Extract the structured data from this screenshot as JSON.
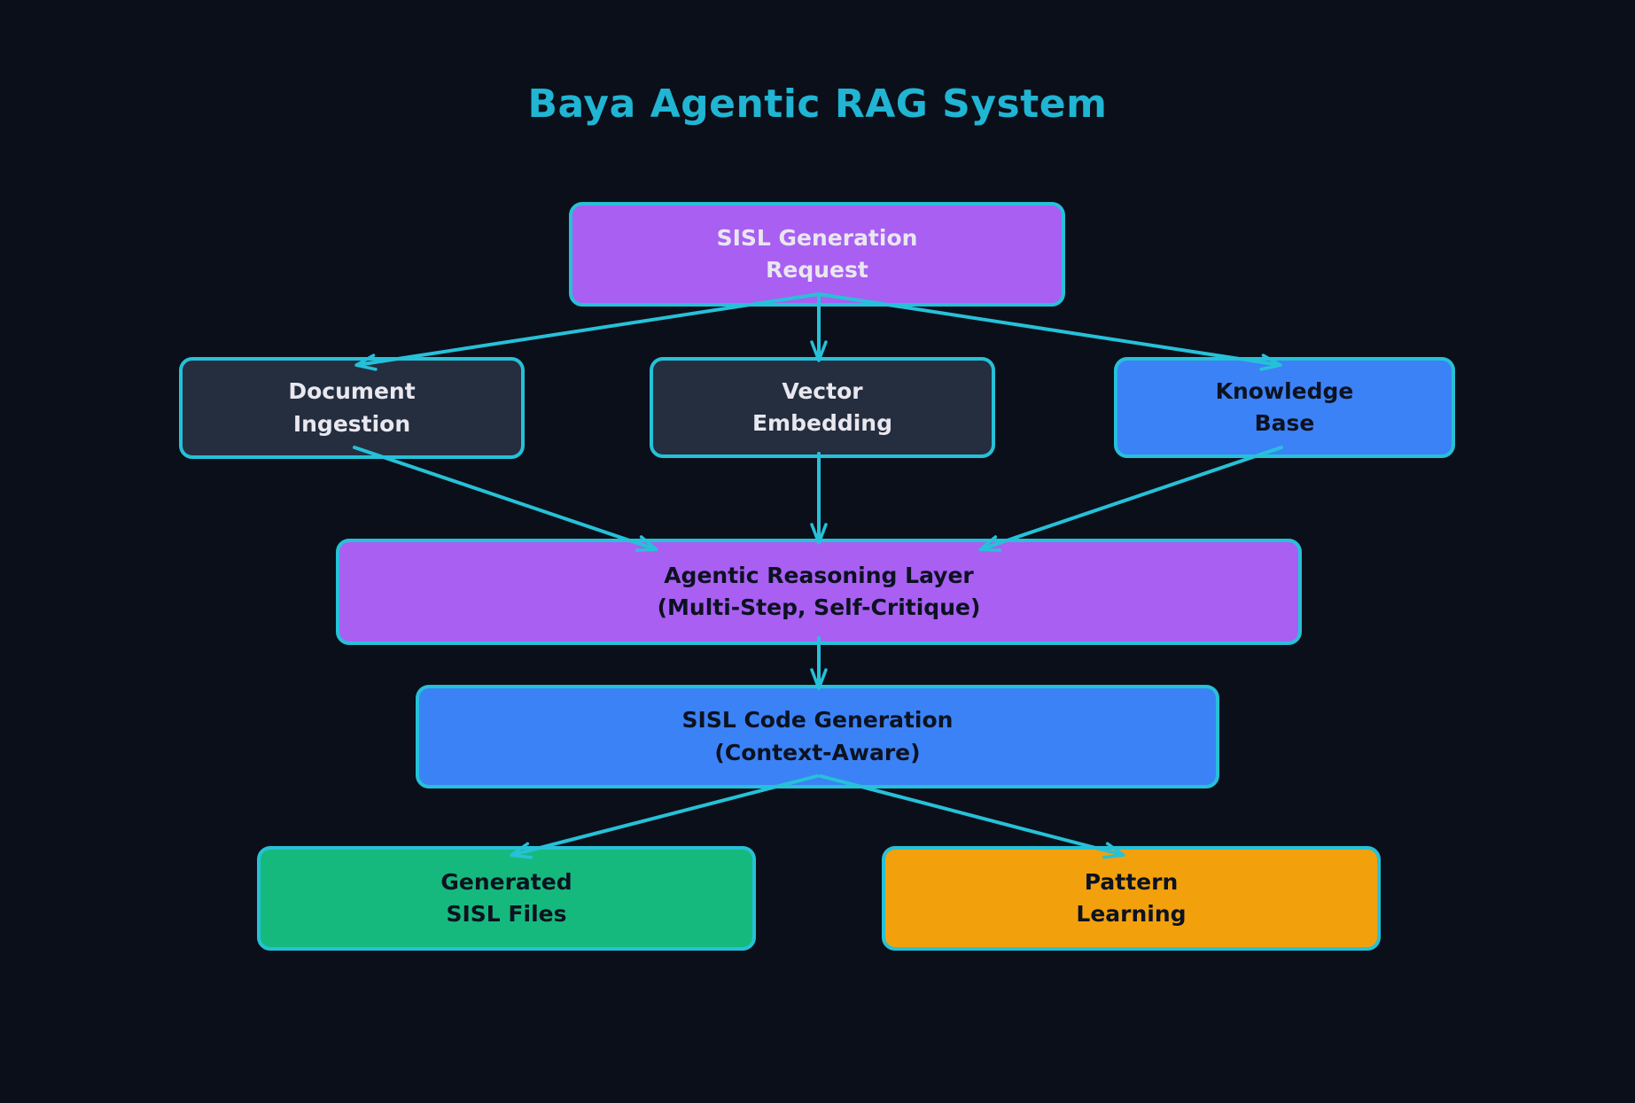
{
  "title": "Baya Agentic RAG System",
  "colors": {
    "background": "#0b0f1a",
    "accent_cyan": "#26c1d8",
    "title_cyan": "#20b5d3",
    "node_purple": "#a85ff2",
    "node_dark_slate": "#242e3e",
    "node_blue": "#3b82f6",
    "node_green": "#16b97d",
    "node_orange": "#f2a10d",
    "text_light": "#e9e7ef",
    "text_dark": "#0c1220"
  },
  "diagram": {
    "nodes": [
      {
        "id": "sisl-generation-request",
        "label": "SISL Generation\nRequest",
        "fill": "#a85ff2",
        "text_color": "#e9e7ef"
      },
      {
        "id": "document-ingestion",
        "label": "Document\nIngestion",
        "fill": "#242e3e",
        "text_color": "#e9e7ef"
      },
      {
        "id": "vector-embedding",
        "label": "Vector\nEmbedding",
        "fill": "#242e3e",
        "text_color": "#e9e7ef"
      },
      {
        "id": "knowledge-base",
        "label": "Knowledge\nBase",
        "fill": "#3b82f6",
        "text_color": "#0c1220"
      },
      {
        "id": "agentic-reasoning-layer",
        "label": "Agentic Reasoning Layer\n(Multi-Step, Self-Critique)",
        "fill": "#a85ff2",
        "text_color": "#0c1220"
      },
      {
        "id": "sisl-code-generation",
        "label": "SISL Code Generation\n(Context-Aware)",
        "fill": "#3b82f6",
        "text_color": "#0c1220"
      },
      {
        "id": "generated-sisl-files",
        "label": "Generated\nSISL Files",
        "fill": "#16b97d",
        "text_color": "#0c1220"
      },
      {
        "id": "pattern-learning",
        "label": "Pattern\nLearning",
        "fill": "#f2a10d",
        "text_color": "#0c1220"
      }
    ],
    "edges": [
      {
        "from": "sisl-generation-request",
        "to": "document-ingestion"
      },
      {
        "from": "sisl-generation-request",
        "to": "vector-embedding"
      },
      {
        "from": "sisl-generation-request",
        "to": "knowledge-base"
      },
      {
        "from": "document-ingestion",
        "to": "agentic-reasoning-layer"
      },
      {
        "from": "vector-embedding",
        "to": "agentic-reasoning-layer"
      },
      {
        "from": "knowledge-base",
        "to": "agentic-reasoning-layer"
      },
      {
        "from": "agentic-reasoning-layer",
        "to": "sisl-code-generation"
      },
      {
        "from": "sisl-code-generation",
        "to": "generated-sisl-files"
      },
      {
        "from": "sisl-code-generation",
        "to": "pattern-learning"
      }
    ]
  }
}
